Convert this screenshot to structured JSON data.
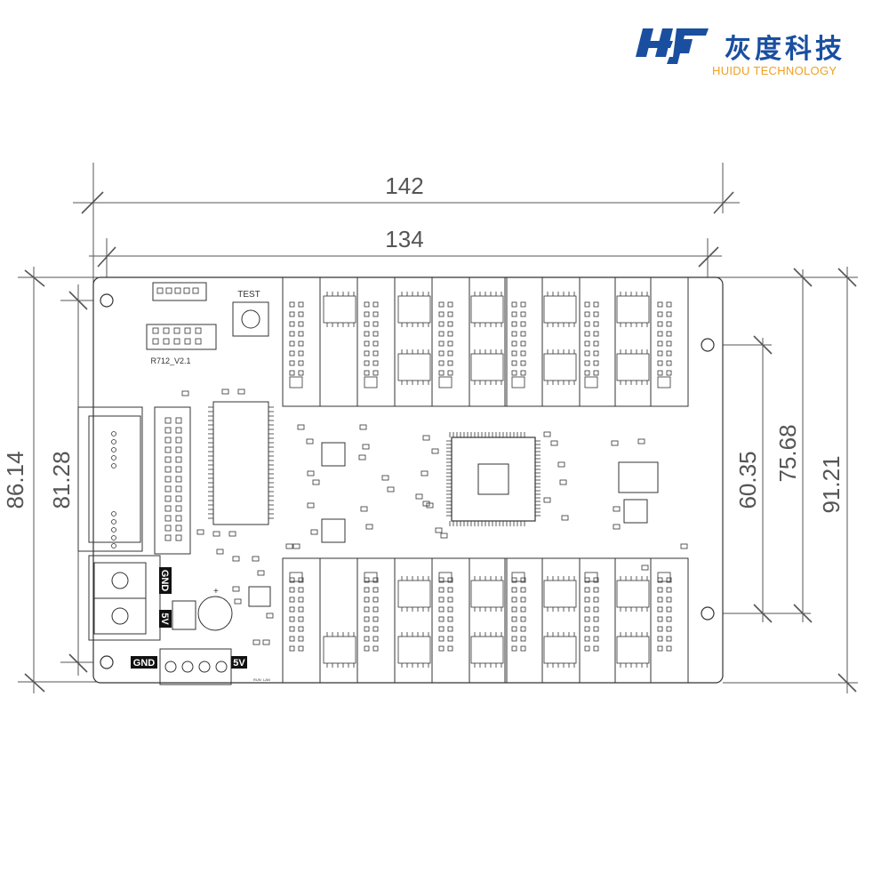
{
  "logo": {
    "mark": "huidu-hj-logo-mark",
    "name_cn": "灰度科技",
    "name_en": "HUIDU TECHNOLOGY",
    "colors": {
      "primary": "#1a4fa0",
      "accent": "#f0a020"
    }
  },
  "dimensions": {
    "overall_width": "142",
    "hole_span_width": "134",
    "overall_height": "86.14",
    "board_height": "81.28",
    "hole_span_a": "60.35",
    "hole_span_b": "75.68",
    "hole_span_c": "91.21"
  },
  "board": {
    "model": "R712_V2.1",
    "test_label": "TEST",
    "power_labels": {
      "gnd_top": "GND",
      "v5_top": "5V",
      "gnd_bottom": "GND",
      "v5_bottom": "5V"
    },
    "led_labels": {
      "run": "RUN",
      "lan": "LAN"
    }
  },
  "colors": {
    "line": "#555555",
    "component": "#333333",
    "board_fill": "#ffffff"
  }
}
